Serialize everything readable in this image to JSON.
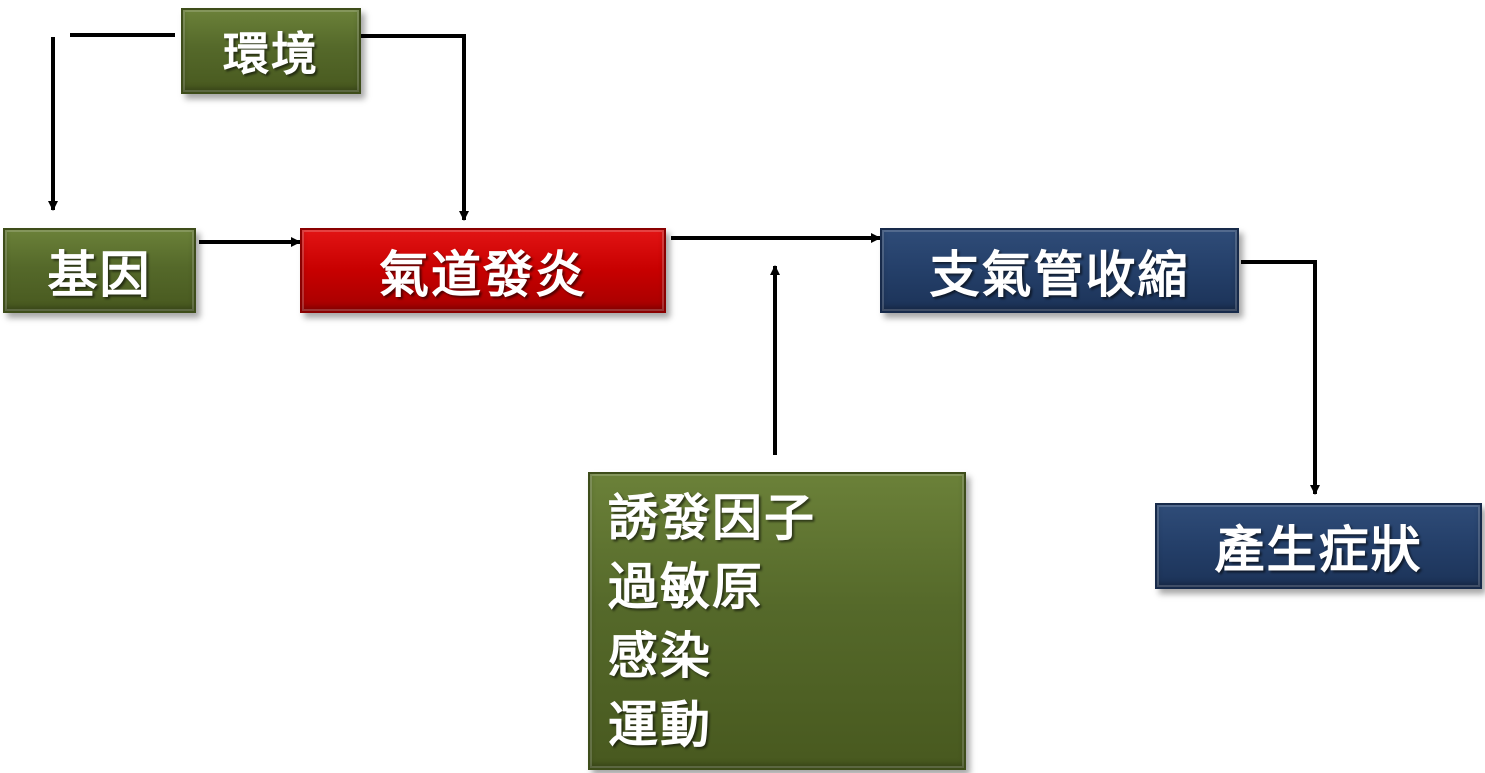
{
  "nodes": {
    "environment": {
      "label": "環境",
      "color": "#55692a"
    },
    "gene": {
      "label": "基因",
      "color": "#55692a"
    },
    "airway_inflammation": {
      "label": "氣道發炎",
      "color": "#c70000"
    },
    "bronchoconstriction": {
      "label": "支氣管收縮",
      "color": "#243f69"
    },
    "symptoms": {
      "label": "產生症狀",
      "color": "#243f69"
    },
    "triggers": {
      "color": "#55692a",
      "items": [
        "誘發因子",
        "過敏原",
        "感染",
        "運動"
      ]
    }
  },
  "edges": [
    {
      "from": "environment",
      "to": "gene"
    },
    {
      "from": "environment",
      "to": "airway_inflammation"
    },
    {
      "from": "gene",
      "to": "airway_inflammation"
    },
    {
      "from": "airway_inflammation",
      "to": "bronchoconstriction"
    },
    {
      "from": "triggers",
      "to": "airway_inflammation-bronchoconstriction-link"
    },
    {
      "from": "bronchoconstriction",
      "to": "symptoms"
    }
  ]
}
